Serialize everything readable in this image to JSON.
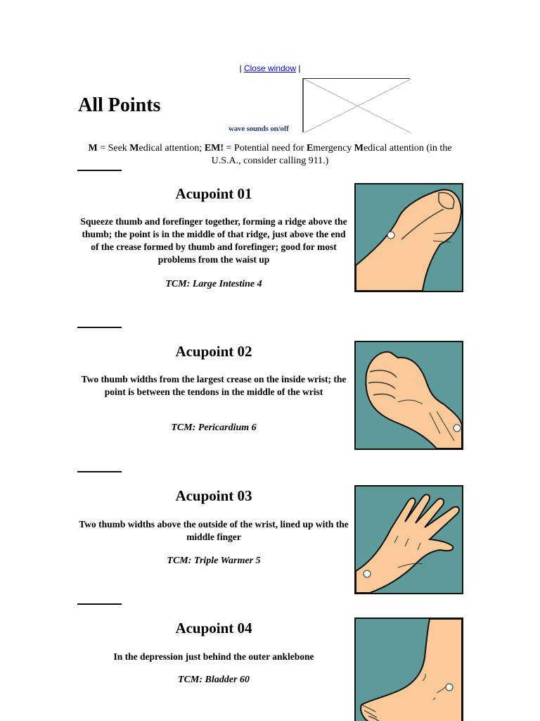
{
  "header": {
    "nav_prefix": "|",
    "close_link": "Close window",
    "nav_suffix": "|",
    "title": "All Points",
    "wave_toggle": "wave sounds on/off"
  },
  "legend": {
    "m_key": "M",
    "m_text": " = Seek ",
    "m_bold": "M",
    "m_rest": "edical attention; ",
    "em_key": "EM!",
    "em_text": " = Potential need for ",
    "em_e": "E",
    "em_mid": "mergency ",
    "em_m": "M",
    "em_rest": "edical attention (in the U.S.A., consider calling 911.)"
  },
  "colors": {
    "illustration_bg": "#5f9a9a",
    "skin": "#f9c99a",
    "link": "#0000ee",
    "toggle": "#1f3b73"
  },
  "points": [
    {
      "title": "Acupoint 01",
      "description": "Squeeze thumb and forefinger together, forming a ridge above the thumb; the point is in the middle of that ridge, just above the end of the crease formed by thumb and forefinger; good for most problems from the waist up",
      "tcm": "TCM: Large Intestine 4",
      "illustration": "hand-thumb-forefinger"
    },
    {
      "title": "Acupoint 02",
      "description": "Two thumb widths from the largest crease on the inside wrist; the point is between the tendons in the middle of the wrist",
      "tcm": "TCM: Pericardium 6",
      "illustration": "inner-wrist-fist"
    },
    {
      "title": "Acupoint 03",
      "description": "Two thumb widths above the outside of the wrist, lined up with the middle finger",
      "tcm": "TCM: Triple Warmer 5",
      "illustration": "back-of-hand"
    },
    {
      "title": "Acupoint 04",
      "description": "In the depression just behind the outer anklebone",
      "tcm": "TCM: Bladder 60",
      "illustration": "outer-ankle-foot"
    }
  ]
}
